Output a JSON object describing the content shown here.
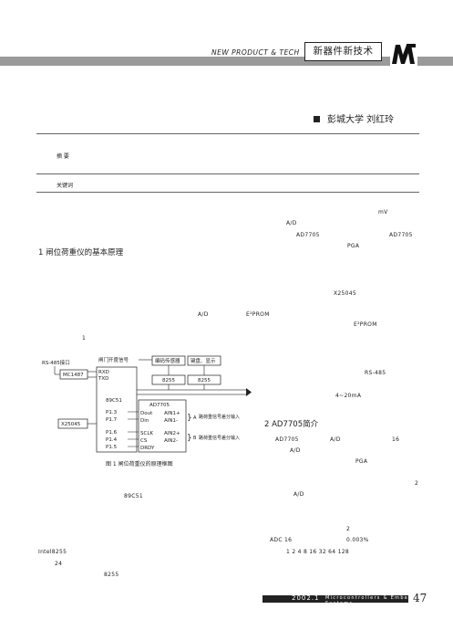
{
  "header": {
    "section_en": "NEW PRODUCT & TECH",
    "section_cn": "新器件新技术"
  },
  "article": {
    "author_line": "彭城大学 刘红玲",
    "abstract_label": "摘 要",
    "keywords_label": "关键词"
  },
  "body": {
    "heading1": "1  闸位荷重仪的基本原理",
    "heading2": "2  AD7705简介",
    "fragments": {
      "mV": "mV",
      "ad1": "A/D",
      "ad7705_a": "AD7705",
      "ad7705_b": "AD7705",
      "pga1": "PGA",
      "x25045_a": "X25045",
      "ad2": "A/D",
      "e2prom_a": "E²PROM",
      "e2prom_b": "E²PROM",
      "one": "1",
      "rs485_b": "RS-485",
      "ma": "4~20mA",
      "ad7705_c": "AD7705",
      "ad3": "A/D",
      "n16": "16",
      "ad4": "A/D",
      "pga2": "PGA",
      "n2a": "2",
      "ad5": "A/D",
      "c89": "89C51",
      "n2b": "2",
      "adc16": "ADC  16",
      "pct": "0.003%",
      "gains": "1  2  4  8  16  32  64  128",
      "intel": "Intel8255",
      "n24": "24",
      "i8255": "8255"
    }
  },
  "figure": {
    "caption": "图 1  闸位荷重仪的原理框图",
    "labels": {
      "rs485_port": "RS-485接口",
      "gate_signal": "闸门开度信号",
      "encoder": "编码传感器",
      "keyboard": "键盘、显示",
      "mc1487": "MC1487",
      "rxd": "RXD",
      "txd": "TXD",
      "mcu": "89C51",
      "ppi1": "8255",
      "ppi2": "8255",
      "x25045": "X25045",
      "adc": "AD7705",
      "p13": "P1.3",
      "p17": "P1.7",
      "p16": "P1.6",
      "p14": "P1.4",
      "p15": "P1.5",
      "dout": "Dout",
      "din": "Din",
      "ain1p": "AIN1+",
      "ain1m": "AIN1-",
      "sclk": "SCLK",
      "cs": "CS",
      "drdy": "DRDY",
      "ain2p": "AIN2+",
      "ain2m": "AIN2-",
      "in_a": "路荷重信号差分输入",
      "in_b": "路荷重信号差分输入",
      "mark_a": "A",
      "mark_b": "B"
    }
  },
  "footer": {
    "year_issue": "2002.1",
    "journal": "Microcontrollers & Embedded Systems",
    "page": "47"
  }
}
